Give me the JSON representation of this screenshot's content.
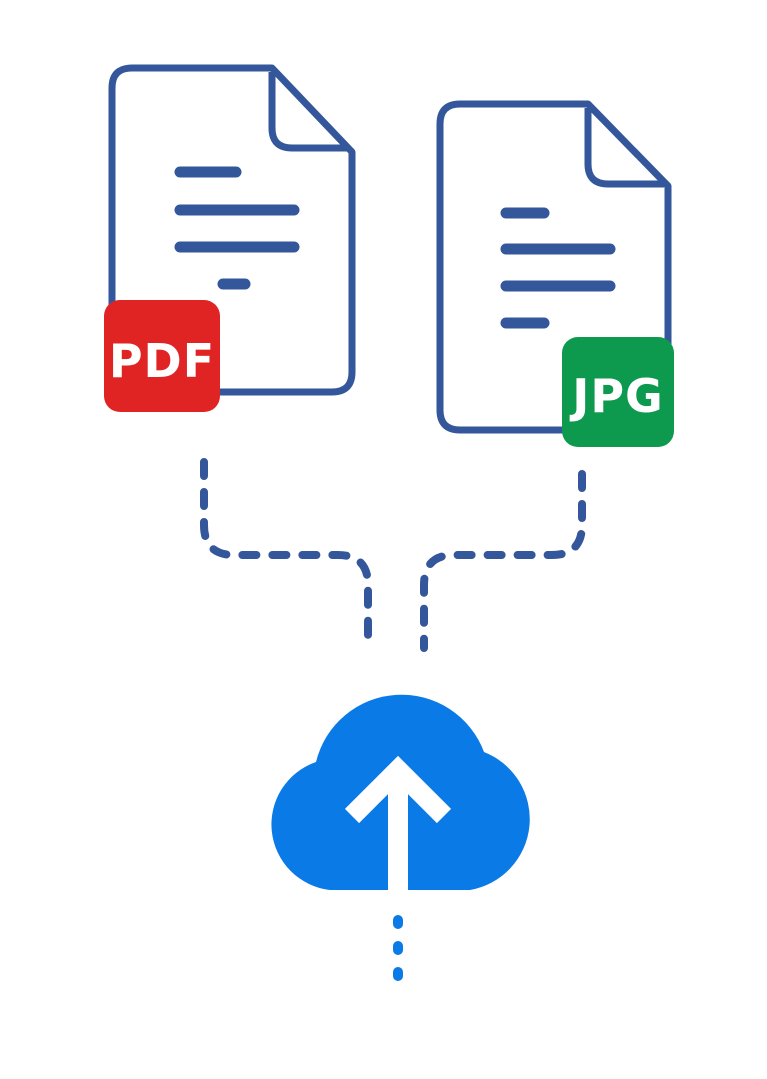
{
  "files": [
    {
      "id": "pdf",
      "badge_label": "PDF",
      "badge_color": "#e02424"
    },
    {
      "id": "jpg",
      "badge_label": "JPG",
      "badge_color": "#0e9a4e"
    }
  ],
  "colors": {
    "document_outline": "#34569a",
    "connector": "#34569a",
    "cloud": "#0a7ae6",
    "arrow": "#ffffff",
    "background": "#ffffff"
  },
  "icons": {
    "document": "document-icon",
    "cloud": "cloud-upload-icon",
    "arrow": "arrow-up-icon"
  }
}
